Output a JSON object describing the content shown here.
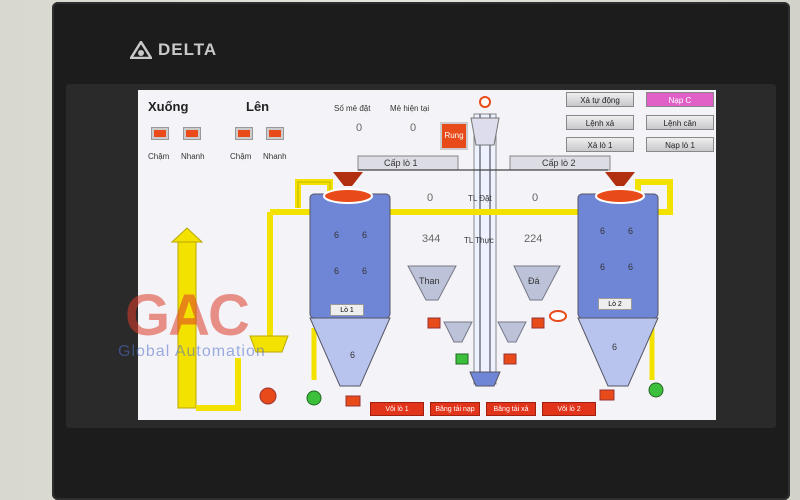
{
  "brand": {
    "name": "DELTA"
  },
  "controls": {
    "xuong": "Xuống",
    "len": "Lên",
    "cham1": "Chậm",
    "nhanh1": "Nhanh",
    "cham2": "Chậm",
    "nhanh2": "Nhanh",
    "so_me_dat": "Số mẻ đặt",
    "so_me_dat_val": "0",
    "me_hien_tai": "Mẻ hiện tại",
    "me_hien_tai_val": "0",
    "rung": "Rung"
  },
  "buttons": {
    "xa_tu_dong": "Xả tự động",
    "nap_c": "Nạp C",
    "lenh_xa": "Lệnh xả",
    "lenh_can": "Lệnh cân",
    "xa_lo_1": "Xả lò 1",
    "nap_lo_1": "Nạp lò 1",
    "cap_lo_1": "Cấp lò 1",
    "cap_lo_2": "Cấp lò 2"
  },
  "weights": {
    "tl_dat": "TL Đặt",
    "tl_dat_left": "0",
    "tl_dat_right": "0",
    "tl_thuc": "TL Thực",
    "tl_thuc_left": "344",
    "tl_thuc_right": "224"
  },
  "silos": {
    "lo1": "Lò 1",
    "lo2": "Lò 2",
    "than": "Than",
    "da": "Đá",
    "level_digit": "6"
  },
  "bottom": {
    "voi_lo_1": "Vôi lò 1",
    "bang_tai_1": "Băng tải nạp",
    "bang_tai_2": "Băng tải xả",
    "voi_lo_2": "Vôi lò 2"
  },
  "watermark": {
    "logo": "GAC",
    "tagline": "Global Automation"
  },
  "colors": {
    "accent": "#e84a1a",
    "pipe": "#f3e100",
    "silo": "#6f86d6"
  }
}
